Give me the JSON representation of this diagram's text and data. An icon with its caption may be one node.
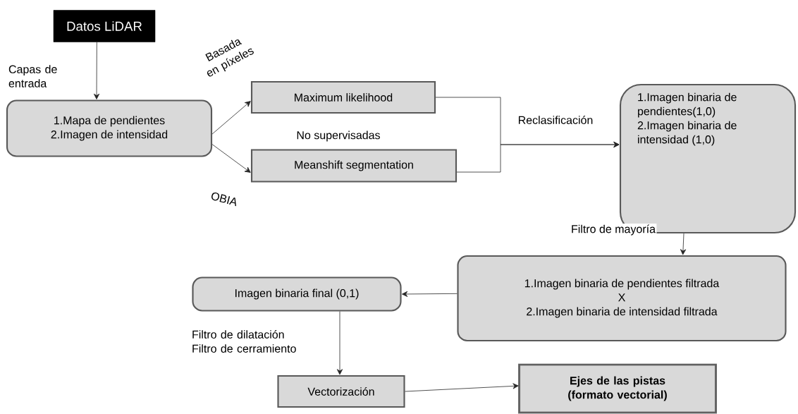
{
  "diagram": {
    "nodes": [
      {
        "text": [
          "Datos LiDAR"
        ]
      },
      {
        "text": [
          "1.Mapa de pendientes",
          "2.Imagen de intensidad"
        ]
      },
      {
        "text": [
          "Maximum likelihood"
        ]
      },
      {
        "text": [
          "Meanshift segmentation"
        ]
      },
      {
        "text": [
          "1.Imagen binaria de pendientes(1,0)",
          "2.Imagen binaria de intensidad (1,0)"
        ]
      },
      {
        "text": [
          "1.Imagen binaria de pendientes filtrada",
          "X",
          "2.Imagen binaria de intensidad filtrada"
        ]
      },
      {
        "text": [
          "Imagen binaria final (0,1)"
        ]
      },
      {
        "text": [
          "Vectorización"
        ]
      },
      {
        "text": [
          "**Ejes de las pistas (formato vectorial)**"
        ]
      }
    ],
    "edges": [
      {
        "from": 0,
        "to": 1,
        "arrow": "to",
        "label": "Capas de entrada"
      },
      {
        "from": 1,
        "to": 2,
        "arrow": "to",
        "label": "Basada en píxeles"
      },
      {
        "from": 1,
        "to": 3,
        "arrow": "to",
        "label": "OBIA"
      },
      {
        "from": 2,
        "to": 4,
        "arrow": "to",
        "label": "Reclasificación"
      },
      {
        "from": 3,
        "to": 4,
        "arrow": "to"
      },
      {
        "from": 4,
        "to": 5,
        "arrow": "to",
        "label": "Filtro de mayoría"
      },
      {
        "from": 5,
        "to": 6,
        "arrow": "to"
      },
      {
        "from": 6,
        "to": 7,
        "arrow": "to",
        "label": "Filtro de dilatación Filtro de cerramiento"
      },
      {
        "from": 7,
        "to": 8,
        "arrow": "to"
      }
    ],
    "labels": [
      "No supervisadas"
    ]
  }
}
